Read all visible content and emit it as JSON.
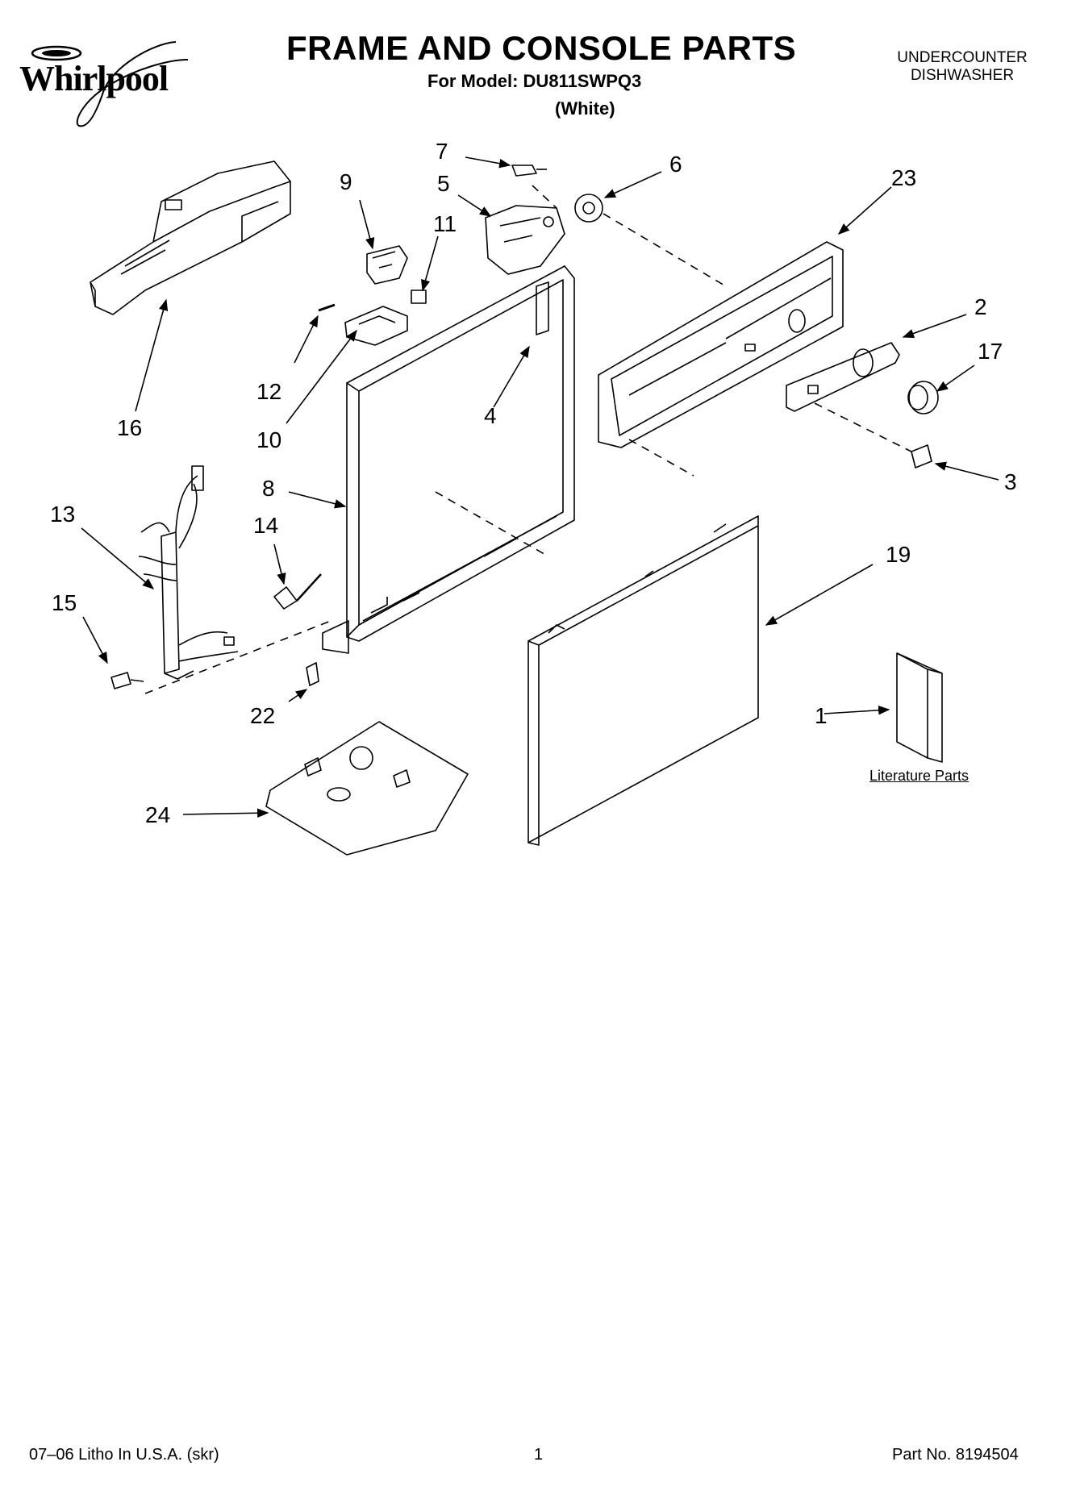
{
  "header": {
    "brand": "Whirlpool",
    "title": "FRAME AND CONSOLE PARTS",
    "model_line": "For Model: DU811SWPQ3",
    "color_line": "(White)",
    "category_line1": "UNDERCOUNTER",
    "category_line2": "DISHWASHER"
  },
  "callouts": {
    "c1": "1",
    "c2": "2",
    "c3": "3",
    "c4": "4",
    "c5": "5",
    "c6": "6",
    "c7": "7",
    "c8": "8",
    "c9": "9",
    "c10": "10",
    "c11": "11",
    "c12": "12",
    "c13": "13",
    "c14": "14",
    "c15": "15",
    "c16": "16",
    "c17": "17",
    "c19": "19",
    "c22": "22",
    "c23": "23",
    "c24": "24"
  },
  "literature_label": "Literature Parts",
  "footer": {
    "left": "07–06 Litho In U.S.A. (skr)",
    "center": "1",
    "right": "Part No. 8194504"
  }
}
